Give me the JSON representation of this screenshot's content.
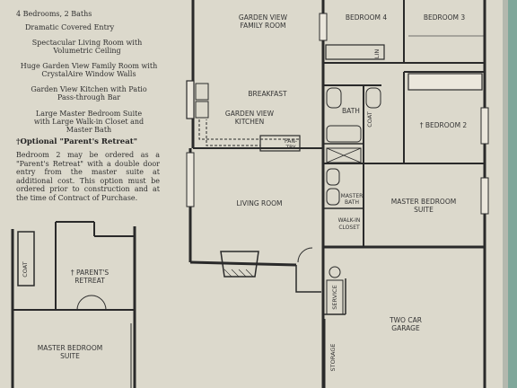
{
  "features": [
    "4 Bedrooms, 2 Baths",
    "Dramatic Covered Entry",
    "Spectacular Living Room with",
    "Volumetric Ceiling",
    "Huge Garden View Family Room with",
    "CrystalAire Window Walls",
    "Garden View Kitchen with Patio",
    "Pass-through Bar",
    "Large Master Bedroom Suite",
    "with Large Walk-in Closet and",
    "Master Bath"
  ],
  "optional_heading": "†Optional \"Parent's Retreat\"",
  "optional_text": "Bedroom 2 may be ordered as a \"Parent's Retreat\" with a double door entry from the master suite at additional cost. This option must be ordered prior to construction and at the time of Contract of Purchase.",
  "rooms": {
    "family_1": "GARDEN VIEW",
    "family_2": "FAMILY ROOM",
    "bedroom4": "BEDROOM 4",
    "bedroom3": "BEDROOM 3",
    "lin": "LIN",
    "breakfast": "BREAKFAST",
    "kitchen_1": "GARDEN VIEW",
    "kitchen_2": "KITCHEN",
    "pantry_1": "PAN-",
    "pantry_2": "TRY",
    "bath": "BATH",
    "coat": "COAT",
    "bedroom2": "† BEDROOM 2",
    "living": "LIVING ROOM",
    "master_bath_1": "MASTER",
    "master_bath_2": "BATH",
    "master_suite_1": "MASTER BEDROOM",
    "master_suite_2": "SUITE",
    "walkin_1": "WALK-IN",
    "walkin_2": "CLOSET",
    "service": "SERVICE",
    "garage_1": "TWO CAR",
    "garage_2": "GARAGE",
    "storage": "STORAGE",
    "inset_coat": "COAT",
    "retreat_1": "† PARENT'S",
    "retreat_2": "RETREAT",
    "inset_master_1": "MASTER BEDROOM",
    "inset_master_2": "SUITE"
  }
}
